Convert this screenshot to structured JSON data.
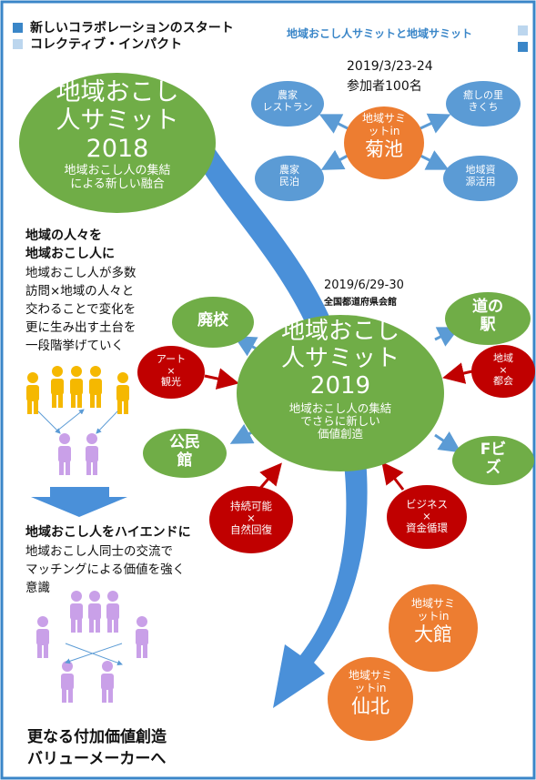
{
  "header": {
    "line1": "新しいコラボレーションのスタート",
    "line2": "コレクティブ・インパクト",
    "right_title": "地域おこし人サミットと地域サミット"
  },
  "summit2018": {
    "title1": "地域おこし",
    "title2": "人サミット",
    "year": "2018",
    "sub1": "地域おこし人の集結",
    "sub2": "による新しい融合"
  },
  "kikuchi": {
    "date": "2019/3/23-24",
    "participants": "参加者100名",
    "line1": "地域サミ",
    "line2": "ットin",
    "name": "菊池",
    "satellites": [
      {
        "l1": "農家",
        "l2": "レストラン"
      },
      {
        "l1": "癒しの里",
        "l2": "きくち"
      },
      {
        "l1": "農家",
        "l2": "民泊"
      },
      {
        "l1": "地域資",
        "l2": "源活用"
      }
    ]
  },
  "summit2019": {
    "date": "2019/6/29-30",
    "venue": "全国都道府県会館",
    "title1": "地域おこし",
    "title2": "人サミット",
    "year": "2019",
    "sub1": "地域おこし人の集結",
    "sub2": "でさらに新しい",
    "sub3": "価値創造",
    "green_nodes": [
      {
        "l1": "廃校",
        "l2": ""
      },
      {
        "l1": "道の",
        "l2": "駅"
      },
      {
        "l1": "公民",
        "l2": "館"
      },
      {
        "l1": "Fビ",
        "l2": "ズ"
      }
    ],
    "red_nodes": [
      {
        "l1": "アート",
        "l2": "×",
        "l3": "観光"
      },
      {
        "l1": "地域",
        "l2": "×",
        "l3": "都会"
      },
      {
        "l1": "持続可能",
        "l2": "×",
        "l3": "自然回復"
      },
      {
        "l1": "ビジネス",
        "l2": "×",
        "l3": "資金循環"
      }
    ]
  },
  "left_text": {
    "heading1": "地域の人々を",
    "heading2": "地域おこし人に",
    "body": [
      "地域おこし人が多数",
      "訪問×地域の人々と",
      "交わることで変化を",
      "更に生み出す土台を",
      "一段階挙げていく"
    ],
    "heading3": "地域おこし人をハイエンドに",
    "body2": [
      "地域おこし人同士の交流で",
      "マッチングによる価値を強く",
      "意識"
    ]
  },
  "odate": {
    "line1": "地域サミ",
    "line2": "ットin",
    "name": "大館"
  },
  "senboku": {
    "line1": "地域サミ",
    "line2": "ットin",
    "name": "仙北"
  },
  "footer": {
    "line1": "更なる付加価値創造",
    "line2": "バリューメーカーへ"
  },
  "colors": {
    "frame": "#3a86c8",
    "green": "#70ad47",
    "orange": "#ed7d31",
    "blue": "#5b9bd5",
    "red": "#c00000",
    "arrow": "#4a90d9",
    "person_yellow": "#f5b800",
    "person_purple": "#c9a0e8"
  }
}
